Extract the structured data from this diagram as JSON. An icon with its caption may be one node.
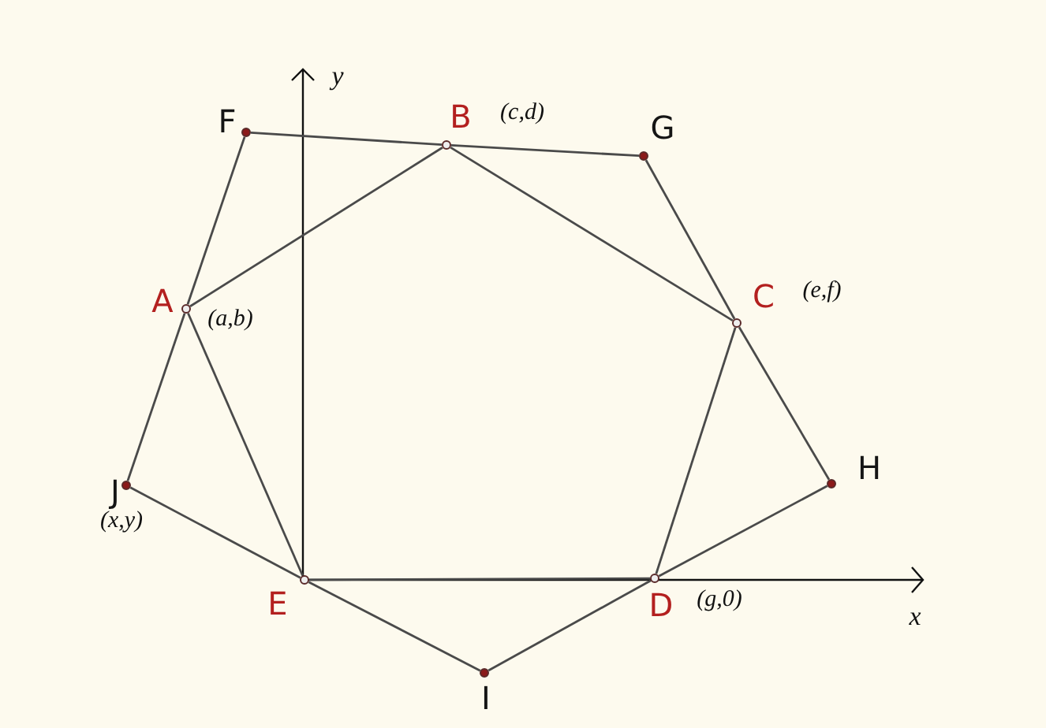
{
  "diagram": {
    "nodes": [
      {
        "text": [
          "A"
        ],
        "beside": [
          "(a,b)"
        ]
      },
      {
        "text": [
          "B"
        ],
        "beside": [
          "(c,d)"
        ]
      },
      {
        "text": [
          "C"
        ],
        "beside": [
          "(e,f)"
        ]
      },
      {
        "text": [
          "D"
        ],
        "beside": [
          "(g,0)"
        ]
      },
      {
        "text": [
          "E"
        ]
      },
      {
        "text": [
          "F"
        ]
      },
      {
        "text": [
          "G"
        ]
      },
      {
        "text": [
          "H"
        ]
      },
      {
        "text": [
          "I"
        ]
      },
      {
        "text": [
          "J"
        ],
        "beside": [
          "(x,y)"
        ]
      }
    ],
    "edges": [
      {
        "from": 0,
        "to": 1,
        "arrow": "none"
      },
      {
        "from": 1,
        "to": 2,
        "arrow": "none"
      },
      {
        "from": 2,
        "to": 3,
        "arrow": "none"
      },
      {
        "from": 3,
        "to": 4,
        "arrow": "none"
      },
      {
        "from": 4,
        "to": 0,
        "arrow": "none"
      },
      {
        "from": 5,
        "to": 1,
        "arrow": "none"
      },
      {
        "from": 1,
        "to": 6,
        "arrow": "none"
      },
      {
        "from": 6,
        "to": 2,
        "arrow": "none"
      },
      {
        "from": 2,
        "to": 7,
        "arrow": "none"
      },
      {
        "from": 7,
        "to": 3,
        "arrow": "none"
      },
      {
        "from": 3,
        "to": 8,
        "arrow": "none"
      },
      {
        "from": 8,
        "to": 4,
        "arrow": "none"
      },
      {
        "from": 4,
        "to": 9,
        "arrow": "none"
      },
      {
        "from": 9,
        "to": 0,
        "arrow": "none"
      },
      {
        "from": 0,
        "to": 5,
        "arrow": "none"
      }
    ],
    "labels": [
      "y",
      "x"
    ]
  }
}
